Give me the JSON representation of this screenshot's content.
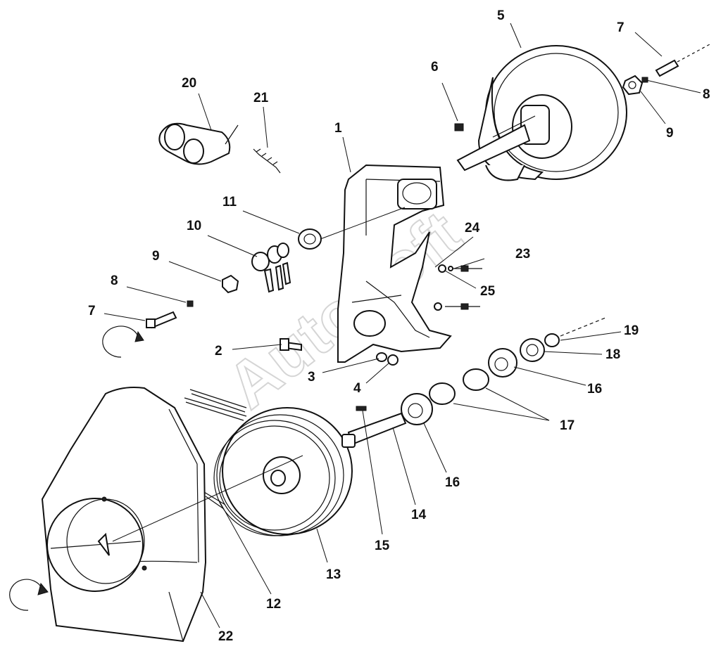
{
  "watermark": "AutoSoft",
  "callouts": [
    {
      "id": "c1",
      "label": "1"
    },
    {
      "id": "c2",
      "label": "2"
    },
    {
      "id": "c3",
      "label": "3"
    },
    {
      "id": "c4",
      "label": "4"
    },
    {
      "id": "c5",
      "label": "5"
    },
    {
      "id": "c6",
      "label": "6"
    },
    {
      "id": "c7a",
      "label": "7"
    },
    {
      "id": "c7b",
      "label": "7"
    },
    {
      "id": "c8a",
      "label": "8"
    },
    {
      "id": "c8b",
      "label": "8"
    },
    {
      "id": "c9a",
      "label": "9"
    },
    {
      "id": "c9b",
      "label": "9"
    },
    {
      "id": "c10",
      "label": "10"
    },
    {
      "id": "c11",
      "label": "11"
    },
    {
      "id": "c12",
      "label": "12"
    },
    {
      "id": "c13",
      "label": "13"
    },
    {
      "id": "c14",
      "label": "14"
    },
    {
      "id": "c15",
      "label": "15"
    },
    {
      "id": "c16a",
      "label": "16"
    },
    {
      "id": "c16b",
      "label": "16"
    },
    {
      "id": "c17",
      "label": "17"
    },
    {
      "id": "c18",
      "label": "18"
    },
    {
      "id": "c19",
      "label": "19"
    },
    {
      "id": "c20",
      "label": "20"
    },
    {
      "id": "c21",
      "label": "21"
    },
    {
      "id": "c22",
      "label": "22"
    },
    {
      "id": "c23",
      "label": "23"
    },
    {
      "id": "c24",
      "label": "24"
    },
    {
      "id": "c25",
      "label": "25"
    }
  ]
}
